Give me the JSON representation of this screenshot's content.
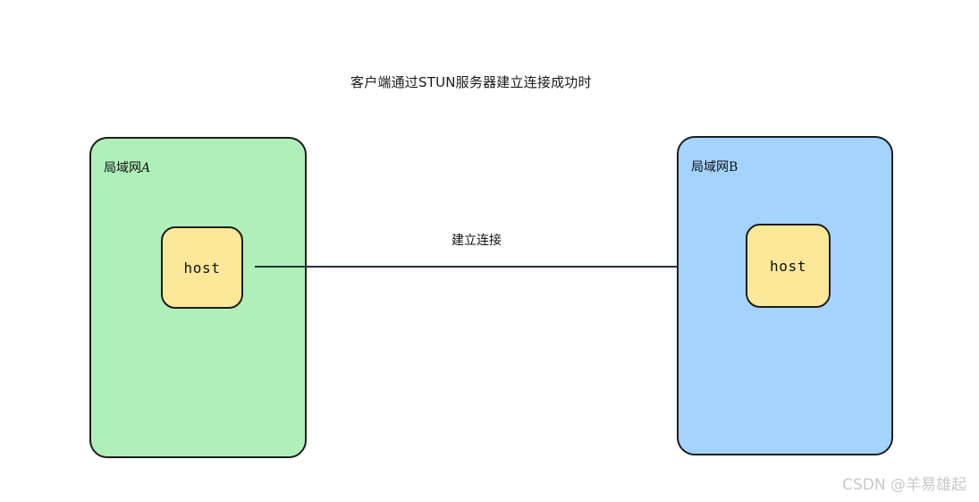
{
  "diagram": {
    "title": "客户端通过STUN服务器建立连接成功时",
    "background_color": "#ffffff",
    "stroke_color": "#1d1d1d"
  },
  "lan_a": {
    "label_prefix": "局域网",
    "label_letter": "A",
    "fill_color": "#aff0b9",
    "host": {
      "label": "host",
      "fill_color": "#fbe898"
    }
  },
  "lan_b": {
    "label_prefix": "局域网",
    "label_letter": "B",
    "fill_color": "#a4d4fd",
    "host": {
      "label": "host",
      "fill_color": "#fbe898"
    }
  },
  "connection": {
    "label": "建立连接",
    "line_color": "#26323a"
  },
  "watermark": {
    "text": "CSDN @羊易雄起",
    "color": "#c9c9c9"
  }
}
